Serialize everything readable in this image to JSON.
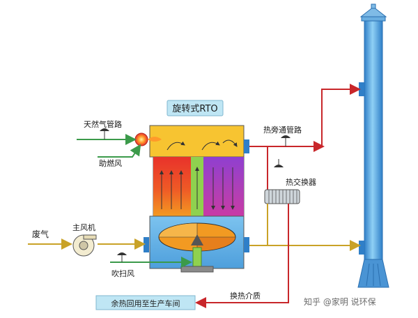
{
  "title": "旋转式RTO",
  "labels": {
    "natural_gas_pipe": "天然气管路",
    "combustion_air": "助燃风",
    "waste_gas": "废气",
    "main_fan": "主风机",
    "purge_air": "吹扫风",
    "hot_bypass_pipe": "热旁通管路",
    "heat_exchanger": "热交换器",
    "heat_medium": "换热介质",
    "waste_heat_recovery": "余热回用至生产车间"
  },
  "watermark": "知乎 @家明 说环保",
  "colors": {
    "combustion_chamber": "#f7c431",
    "bed_hot": "#e8322b",
    "bed_cool": "#f29a22",
    "bed_purple": "#9b3fc9",
    "bed_magenta": "#c43aa8",
    "purge_channel": "#8fd14f",
    "lower_plenum": "#5aaee8",
    "stack": "#5aa8e6",
    "gas_line": "#3b9a4a",
    "waste_gas_line": "#c9a227",
    "hot_line": "#c8262a",
    "title_box": "#bfe6f4"
  }
}
